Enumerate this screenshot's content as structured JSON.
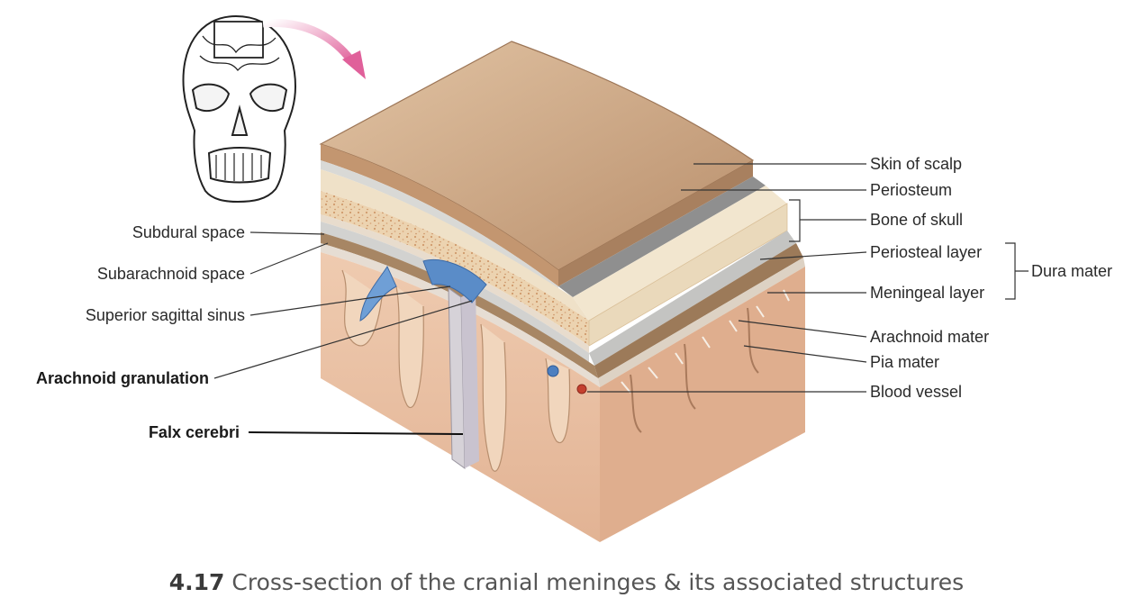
{
  "labels_left": {
    "subdural_space": "Subdural space",
    "subarachnoid_space": "Subarachnoid space",
    "superior_sagittal_sinus": "Superior sagittal sinus",
    "arachnoid_granulation": "Arachnoid granulation",
    "falx_cerebri": "Falx cerebri"
  },
  "labels_right": {
    "skin_of_scalp": "Skin of scalp",
    "periosteum": "Periosteum",
    "bone_of_skull": "Bone of skull",
    "periosteal_layer": "Periosteal layer",
    "dura_mater": "Dura mater",
    "meningeal_layer": "Meningeal layer",
    "arachnoid_mater": "Arachnoid mater",
    "pia_mater": "Pia mater",
    "blood_vessel": "Blood vessel"
  },
  "caption": {
    "number": "4.17",
    "text": "Cross-section of the cranial meninges & its associated structures"
  },
  "colors": {
    "scalp": "#c9a07d",
    "bone": "#ecd7b8",
    "brain": "#e7bfa1",
    "vein": "#5a8cc8",
    "artery": "#c4402f",
    "arrow": "#e07aa8"
  }
}
